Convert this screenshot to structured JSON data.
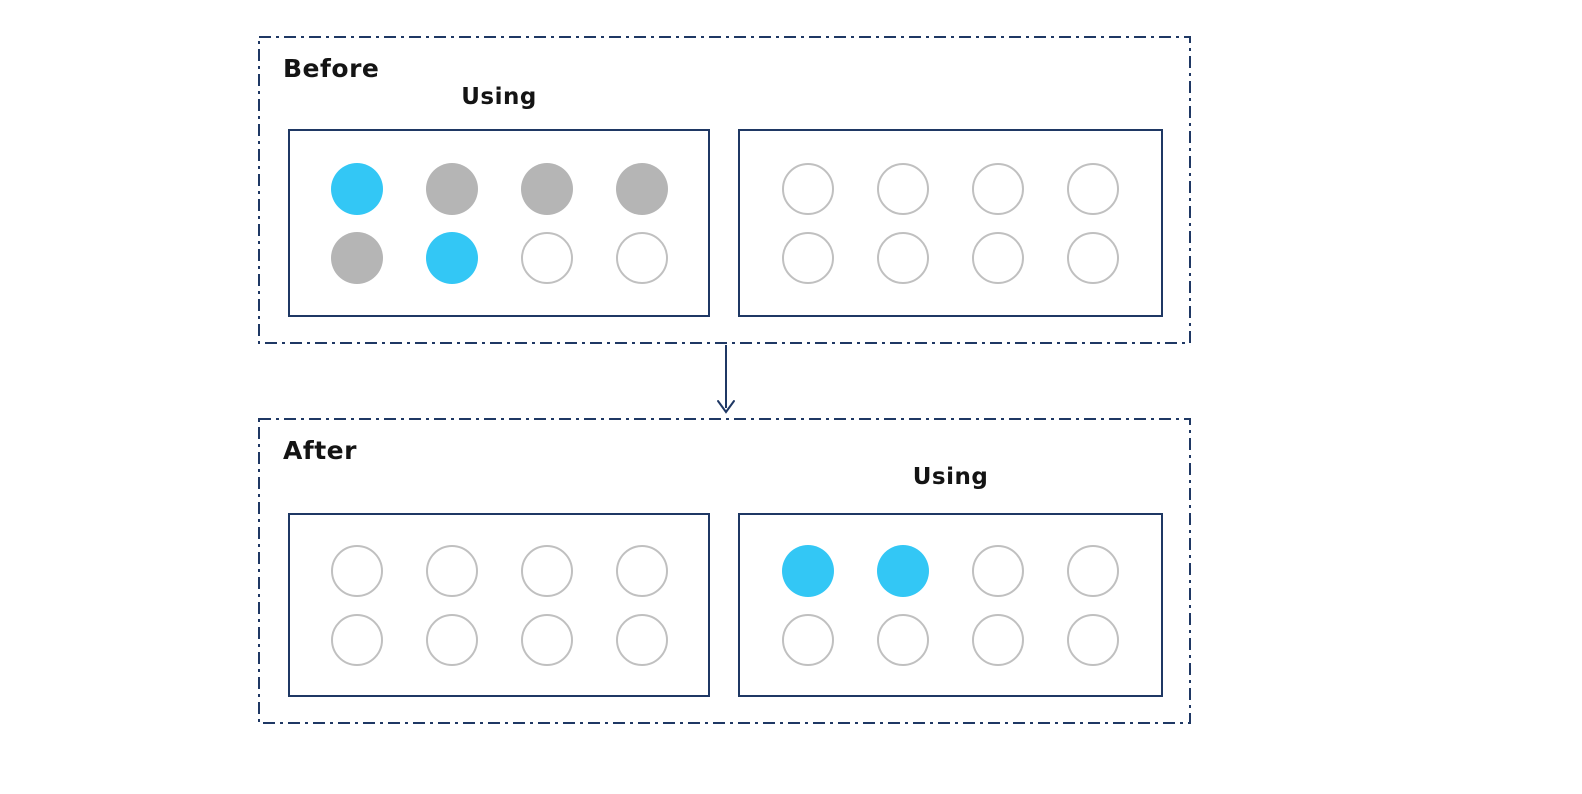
{
  "colors": {
    "navy": "#1F3864",
    "active": "#33C7F5",
    "occupied": "#B5B5B5",
    "empty": "#C0C0C0"
  },
  "panels": [
    {
      "id": "before",
      "label": "Before",
      "using_label": "Using",
      "using_over_pool": "left",
      "pools": [
        {
          "id": "left",
          "slots": [
            "active",
            "occupied",
            "occupied",
            "occupied",
            "occupied",
            "active",
            "empty",
            "empty"
          ]
        },
        {
          "id": "right",
          "slots": [
            "empty",
            "empty",
            "empty",
            "empty",
            "empty",
            "empty",
            "empty",
            "empty"
          ]
        }
      ]
    },
    {
      "id": "after",
      "label": "After",
      "using_label": "Using",
      "using_over_pool": "right",
      "pools": [
        {
          "id": "left",
          "slots": [
            "empty",
            "empty",
            "empty",
            "empty",
            "empty",
            "empty",
            "empty",
            "empty"
          ]
        },
        {
          "id": "right",
          "slots": [
            "active",
            "active",
            "empty",
            "empty",
            "empty",
            "empty",
            "empty",
            "empty"
          ]
        }
      ]
    }
  ],
  "arrow": {
    "from": "before",
    "to": "after",
    "direction": "down"
  }
}
